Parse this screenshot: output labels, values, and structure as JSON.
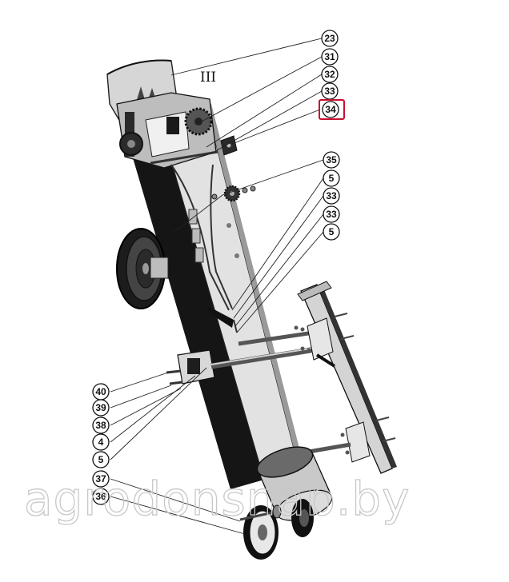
{
  "diagram": {
    "section_label": "III",
    "watermark": "agrodonsnab.by",
    "highlight_color": "#c8102e",
    "callouts": [
      {
        "id": "c23",
        "label": "23"
      },
      {
        "id": "c31",
        "label": "31"
      },
      {
        "id": "c32",
        "label": "32"
      },
      {
        "id": "c33a",
        "label": "33"
      },
      {
        "id": "c34",
        "label": "34",
        "highlighted": true
      },
      {
        "id": "c35",
        "label": "35"
      },
      {
        "id": "c5a",
        "label": "5"
      },
      {
        "id": "c33b",
        "label": "33"
      },
      {
        "id": "c33c",
        "label": "33"
      },
      {
        "id": "c5b",
        "label": "5"
      },
      {
        "id": "c40",
        "label": "40"
      },
      {
        "id": "c39",
        "label": "39"
      },
      {
        "id": "c38",
        "label": "38"
      },
      {
        "id": "c4",
        "label": "4"
      },
      {
        "id": "c5c",
        "label": "5"
      },
      {
        "id": "c37",
        "label": "37"
      },
      {
        "id": "c36",
        "label": "36"
      }
    ]
  }
}
